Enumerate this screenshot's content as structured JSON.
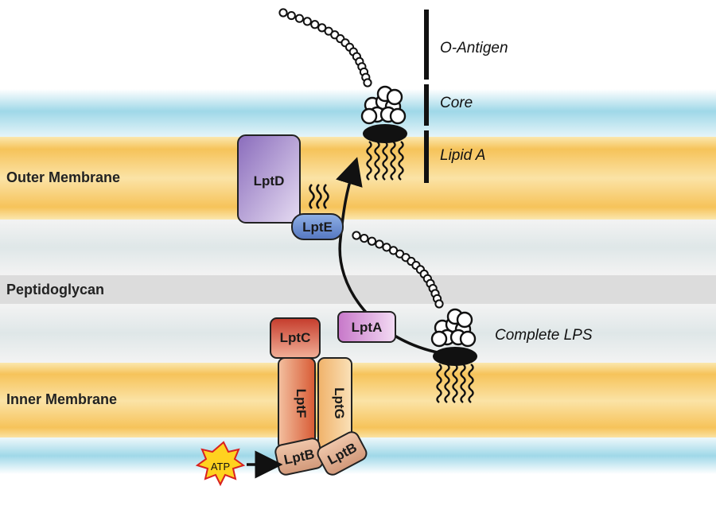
{
  "regions": {
    "outer_membrane": "Outer Membrane",
    "peptidoglycan": "Peptidoglycan",
    "inner_membrane": "Inner Membrane"
  },
  "lps_parts": {
    "o_antigen": "O-Antigen",
    "core": "Core",
    "lipid_a": "Lipid A",
    "complete_lps": "Complete LPS"
  },
  "proteins": {
    "lptD": "LptD",
    "lptE": "LptE",
    "lptA": "LptA",
    "lptC": "LptC",
    "lptF": "LptF",
    "lptG": "LptG",
    "lptB_left": "LptB",
    "lptB_right": "LptB"
  },
  "atp": "ATP",
  "colors": {
    "membrane": "#f6c35a",
    "periplasm": "#9fd8e8",
    "peptidoglycan": "#dcdcdc",
    "lptD": "#9b7fc7",
    "lptE": "#6a8fd0",
    "lptA": "#d48ed6",
    "lptC": "#d9523a",
    "lptB": "#d9a684",
    "atp_star": "#ffd21f"
  }
}
